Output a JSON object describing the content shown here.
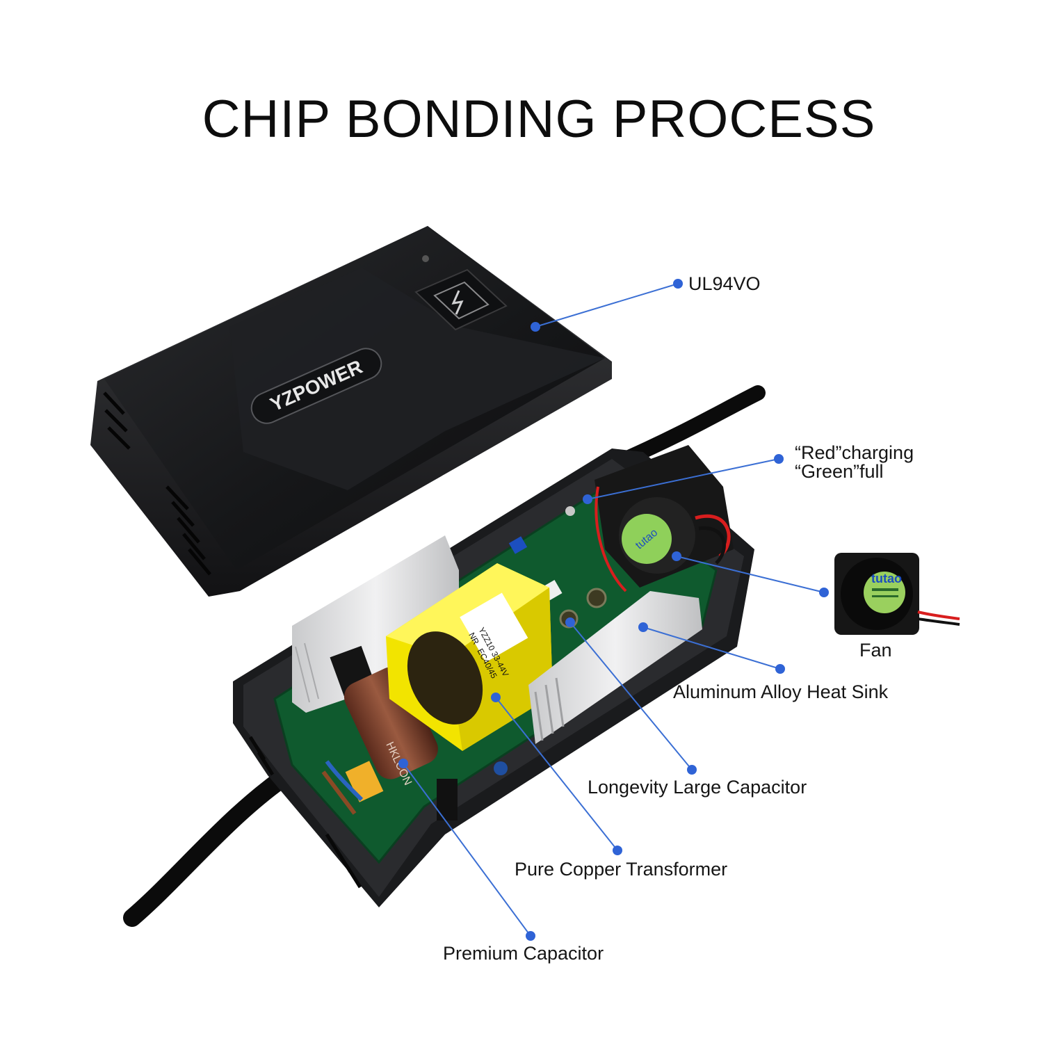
{
  "title": "CHIP BONDING PROCESS",
  "brand_logo": "YZPOWER",
  "transformer_marking": [
    "YZZ10 33-44V",
    "NR",
    "EC40/45"
  ],
  "capacitor_marking": "HKLCON",
  "fan_logo": "tutao",
  "callouts": [
    {
      "id": "ul94vo",
      "text": "UL94VO"
    },
    {
      "id": "led",
      "lines": [
        "“Red”charging",
        "“Green”full"
      ]
    },
    {
      "id": "fan",
      "text": "Fan"
    },
    {
      "id": "heat-sink",
      "text": "Aluminum Alloy Heat Sink"
    },
    {
      "id": "large-capacitor",
      "text": "Longevity Large Capacitor"
    },
    {
      "id": "transformer",
      "text": "Pure Copper Transformer"
    },
    {
      "id": "premium-capacitor",
      "text": "Premium Capacitor"
    }
  ],
  "colors": {
    "callout_line": "#3b6fd4",
    "callout_dot": "#2f63d6",
    "housing": "#1b1c1e",
    "pcb": "#0f5a2e",
    "transformer": "#f2e400",
    "heat_sink": "#d9dadb"
  }
}
